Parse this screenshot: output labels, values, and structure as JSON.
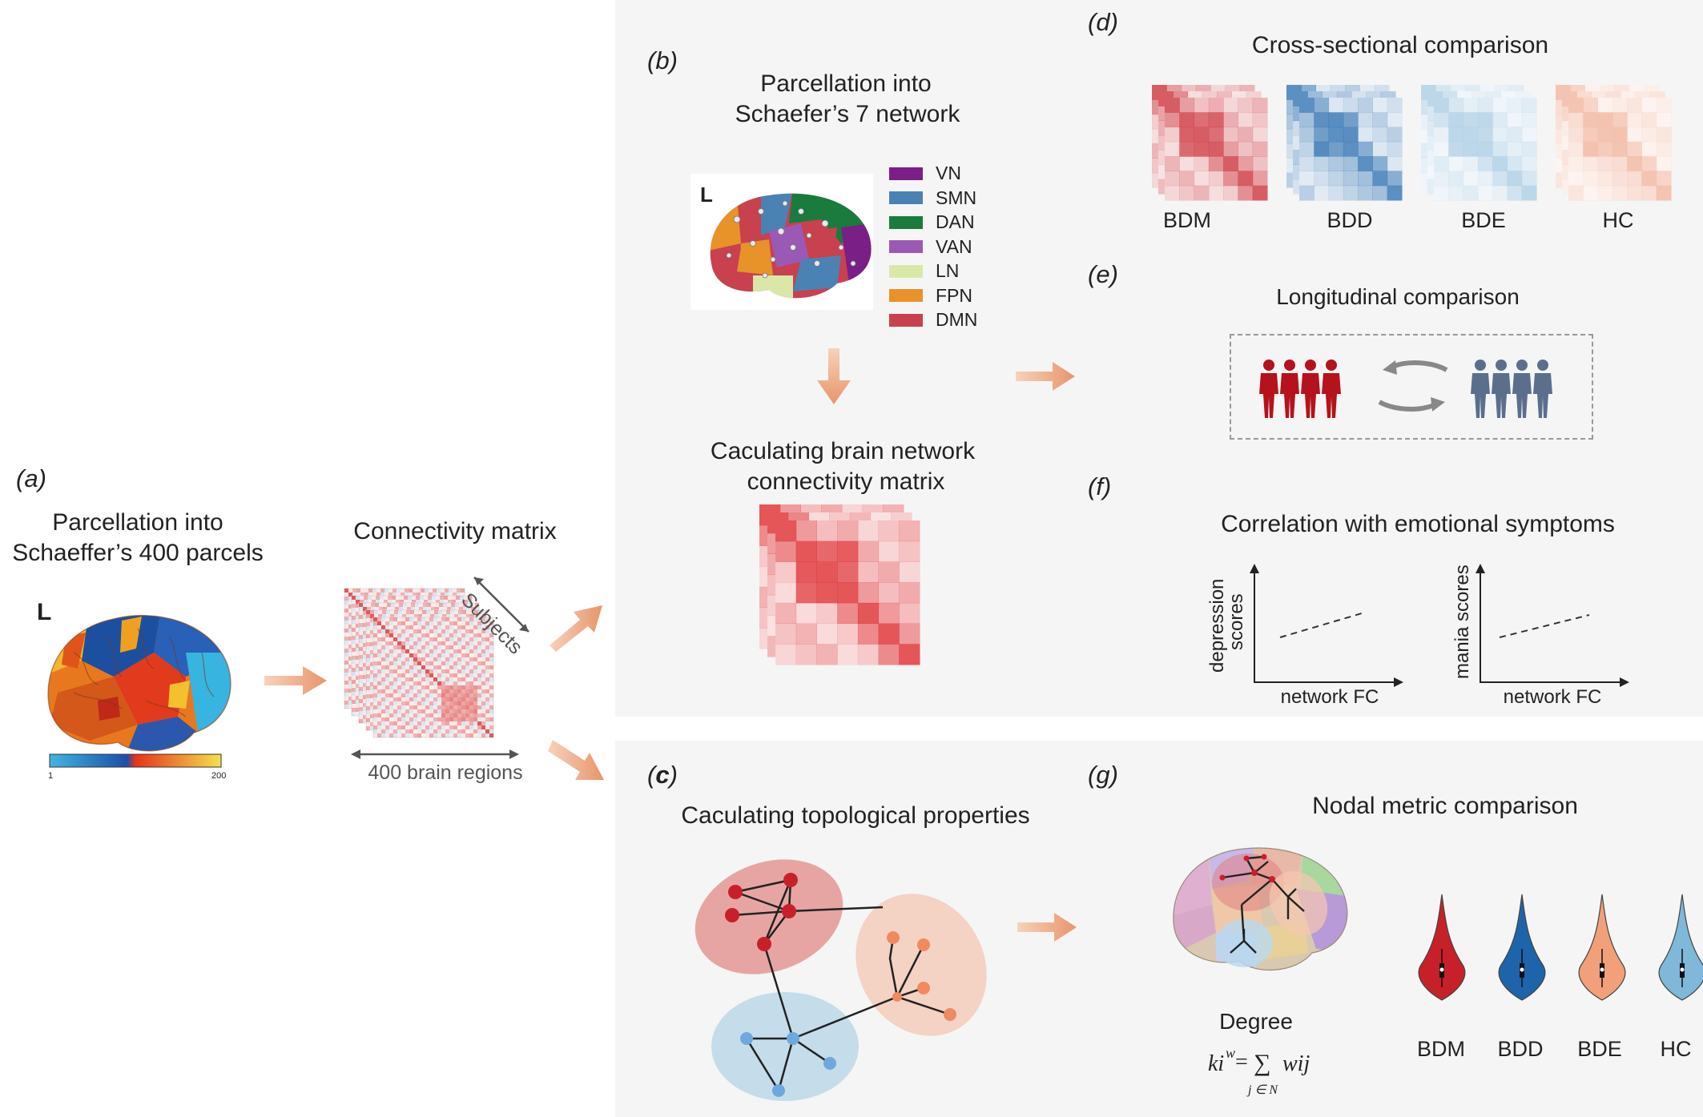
{
  "panels": {
    "a": {
      "label": "(a)",
      "title_line1": "Parcellation into",
      "title_line2": "Schaeffer’s 400 parcels",
      "hemi": "L",
      "colorbar_min": "1",
      "colorbar_max": "200",
      "colorbar_colors": [
        "#3fb6e0",
        "#1a4fa8",
        "#e8321c",
        "#f4e24a"
      ]
    },
    "a2": {
      "title": "Connectivity matrix",
      "subjects": "Subjects",
      "regions": "400 brain regions"
    },
    "b": {
      "label": "(b)",
      "title_line1": "Parcellation into",
      "title_line2": "Schaefer’s 7 network",
      "hemi": "L",
      "networks": [
        {
          "name": "VN",
          "color": "#7a1f86"
        },
        {
          "name": "SMN",
          "color": "#4a82b4"
        },
        {
          "name": "DAN",
          "color": "#1b7a3e"
        },
        {
          "name": "VAN",
          "color": "#9b59b6"
        },
        {
          "name": "LN",
          "color": "#d9e8a8"
        },
        {
          "name": "FPN",
          "color": "#e8922a"
        },
        {
          "name": "DMN",
          "color": "#c9404f"
        }
      ],
      "matrix_title_line1": "Caculating brain network",
      "matrix_title_line2": "connectivity matrix"
    },
    "c": {
      "label": "(c)",
      "label_bold": "c",
      "title": "Caculating topological properties"
    },
    "d": {
      "label": "(d)",
      "title": "Cross-sectional comparison",
      "groups": [
        {
          "name": "BDM",
          "color": "#c8202a"
        },
        {
          "name": "BDD",
          "color": "#1e64aa"
        },
        {
          "name": "BDE",
          "color": "#6fa8cf"
        },
        {
          "name": "HC",
          "color": "#e8805a"
        }
      ]
    },
    "e": {
      "label": "(e)",
      "title": "Longitudinal comparison"
    },
    "f": {
      "label": "(f)",
      "title": "Correlation with emotional symptoms",
      "plot1_y1": "depression",
      "plot1_y2": "scores",
      "plot1_x": "network FC",
      "plot2_y": "mania scores",
      "plot2_x": "network FC"
    },
    "g": {
      "label": "(g)",
      "title": "Nodal metric comparison",
      "degree": "Degree",
      "formula_k": "ki",
      "formula_w": "w",
      "formula_eq": "=",
      "formula_sum": "∑",
      "formula_sub": "j ∈ N",
      "formula_wij": "wij",
      "violins": [
        {
          "name": "BDM",
          "color": "#c8202a"
        },
        {
          "name": "BDD",
          "color": "#1e64aa"
        },
        {
          "name": "BDE",
          "color": "#f2a07a"
        },
        {
          "name": "HC",
          "color": "#7fb8d8"
        }
      ]
    }
  }
}
